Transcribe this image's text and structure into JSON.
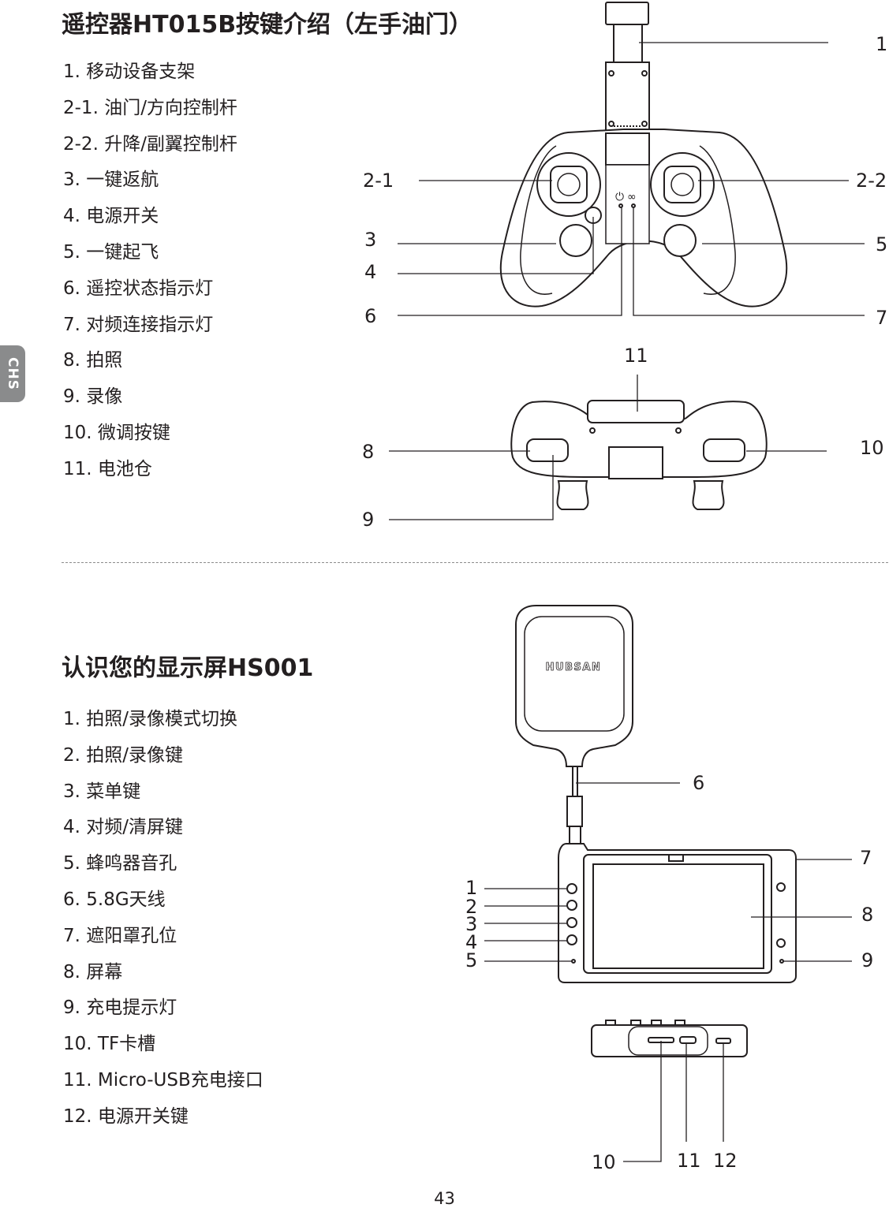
{
  "side_tab": {
    "label": "CHS"
  },
  "section_remote": {
    "title": "遥控器HT015B按键介绍（左手油门）",
    "items": [
      "1. 移动设备支架",
      "2-1. 油门/方向控制杆",
      "2-2. 升降/副翼控制杆",
      "3. 一键返航",
      "4. 电源开关",
      "5. 一键起飞",
      "6. 遥控状态指示灯",
      "7. 对频连接指示灯",
      "8. 拍照",
      "9. 录像",
      "10. 微调按键",
      "11. 电池仓"
    ],
    "callouts": {
      "c1": "1",
      "c2_1": "2-1",
      "c2_2": "2-2",
      "c3": "3",
      "c4": "4",
      "c5": "5",
      "c6": "6",
      "c7": "7",
      "c8": "8",
      "c9": "9",
      "c10": "10",
      "c11": "11"
    }
  },
  "section_display": {
    "title": "认识您的显示屏HS001",
    "items": [
      "1. 拍照/录像模式切换",
      "2. 拍照/录像键",
      "3. 菜单键",
      "4. 对频/清屏键",
      "5. 蜂鸣器音孔",
      "6. 5.8G天线",
      "7. 遮阳罩孔位",
      "8. 屏幕",
      "9. 充电提示灯",
      "10. TF卡槽",
      "11. Micro-USB充电接口",
      "12.  电源开关键"
    ],
    "antenna_brand": "HUBSAN",
    "callouts": {
      "c1": "1",
      "c2": "2",
      "c3": "3",
      "c4": "4",
      "c5": "5",
      "c6": "6",
      "c7": "7",
      "c8": "8",
      "c9": "9",
      "c10": "10",
      "c11": "11",
      "c12": "12"
    }
  },
  "page_number": "43"
}
